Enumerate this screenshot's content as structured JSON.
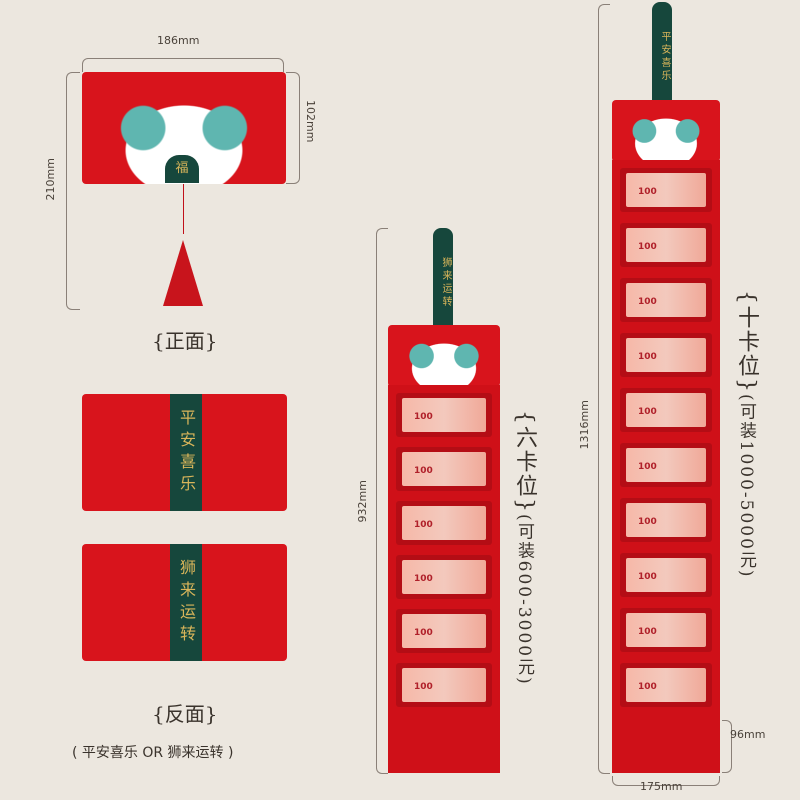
{
  "front": {
    "width": "186mm",
    "height": "102mm",
    "total_height": "210mm",
    "seal_char": "福",
    "caption": "{正面}"
  },
  "back": {
    "band1": "平安喜乐",
    "band2": "狮来运转",
    "caption": "{反面}",
    "subcaption": "( 平安喜乐 OR 狮来运转 )"
  },
  "six": {
    "stick_text": "狮来运转",
    "height": "932mm",
    "title": "{六卡位}",
    "subtitle": "(可装600-3000元)",
    "slots": 6,
    "note_value": "100"
  },
  "ten": {
    "stick_text": "平安喜乐",
    "height": "1316mm",
    "bottom": "96mm",
    "width": "175mm",
    "title": "{十卡位}",
    "subtitle": "(可装1000-5000元)",
    "slots": 10,
    "note_value": "100"
  },
  "colors": {
    "red": "#d8141c",
    "green": "#16473c",
    "gold": "#d9b55a",
    "background": "#ece7df"
  }
}
